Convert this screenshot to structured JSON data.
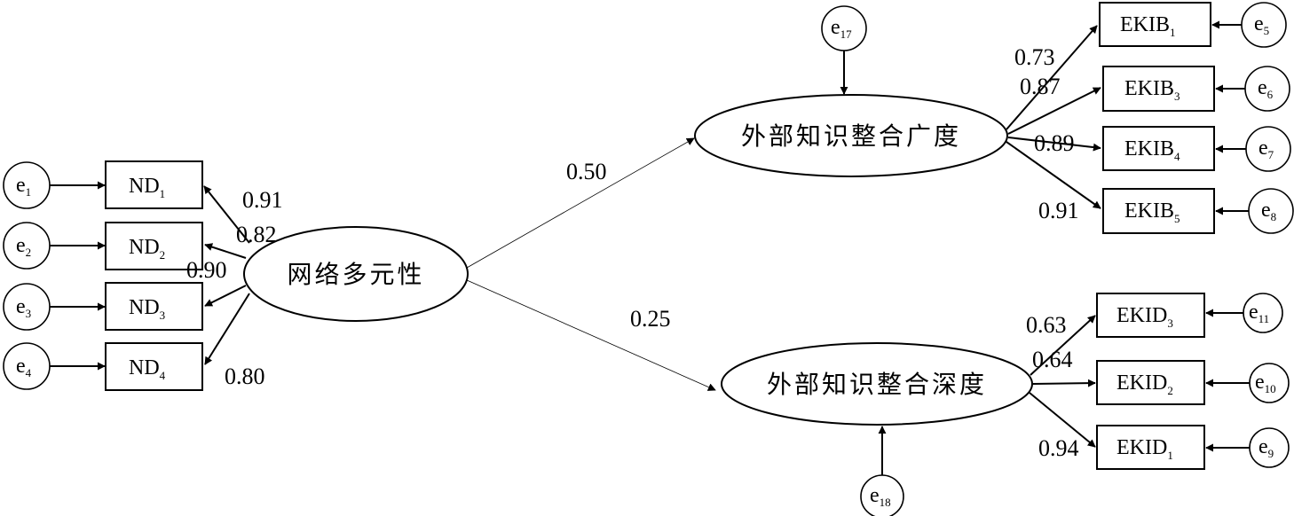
{
  "latent": {
    "network_diversity": "网络多元性",
    "breadth": "外部知识整合广度",
    "depth": "外部知识整合深度"
  },
  "paths": {
    "diversity_to_breadth": "0.50",
    "diversity_to_depth": "0.25"
  },
  "nd": {
    "items": [
      {
        "base": "ND",
        "sub": "1",
        "loading": "0.91",
        "error": {
          "base": "e",
          "sub": "1"
        }
      },
      {
        "base": "ND",
        "sub": "2",
        "loading": "0.82",
        "error": {
          "base": "e",
          "sub": "2"
        }
      },
      {
        "base": "ND",
        "sub": "3",
        "loading": "0.90",
        "error": {
          "base": "e",
          "sub": "3"
        }
      },
      {
        "base": "ND",
        "sub": "4",
        "loading": "0.80",
        "error": {
          "base": "e",
          "sub": "4"
        }
      }
    ]
  },
  "ekib": {
    "disturbance": {
      "base": "e",
      "sub": "17"
    },
    "items": [
      {
        "base": "EKIB",
        "sub": "1",
        "loading": "0.73",
        "error": {
          "base": "e",
          "sub": "5"
        }
      },
      {
        "base": "EKIB",
        "sub": "3",
        "loading": "0.87",
        "error": {
          "base": "e",
          "sub": "6"
        }
      },
      {
        "base": "EKIB",
        "sub": "4",
        "loading": "0.89",
        "error": {
          "base": "e",
          "sub": "7"
        }
      },
      {
        "base": "EKIB",
        "sub": "5",
        "loading": "0.91",
        "error": {
          "base": "e",
          "sub": "8"
        }
      }
    ]
  },
  "ekid": {
    "disturbance": {
      "base": "e",
      "sub": "18"
    },
    "items": [
      {
        "base": "EKID",
        "sub": "3",
        "loading": "0.63",
        "error": {
          "base": "e",
          "sub": "11"
        }
      },
      {
        "base": "EKID",
        "sub": "2",
        "loading": "0.64",
        "error": {
          "base": "e",
          "sub": "10"
        }
      },
      {
        "base": "EKID",
        "sub": "1",
        "loading": "0.94",
        "error": {
          "base": "e",
          "sub": "9"
        }
      }
    ]
  }
}
